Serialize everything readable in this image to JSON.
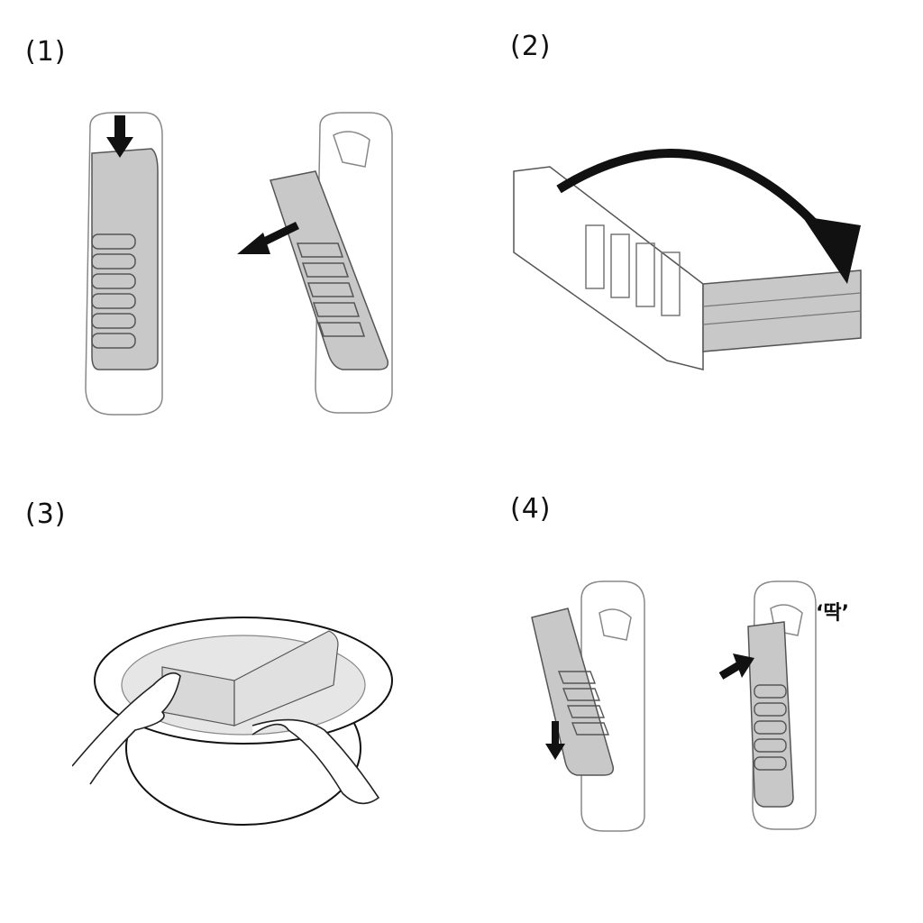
{
  "steps": [
    {
      "label": "(1)"
    },
    {
      "label": "(2)"
    },
    {
      "label": "(3)"
    },
    {
      "label": "(4)"
    }
  ],
  "step4": {
    "sound_effect": "‘딱’"
  },
  "colors": {
    "line": "#555555",
    "panel_fill": "#c8c8c8",
    "arrow": "#111111",
    "water": "#e6e6e6"
  }
}
